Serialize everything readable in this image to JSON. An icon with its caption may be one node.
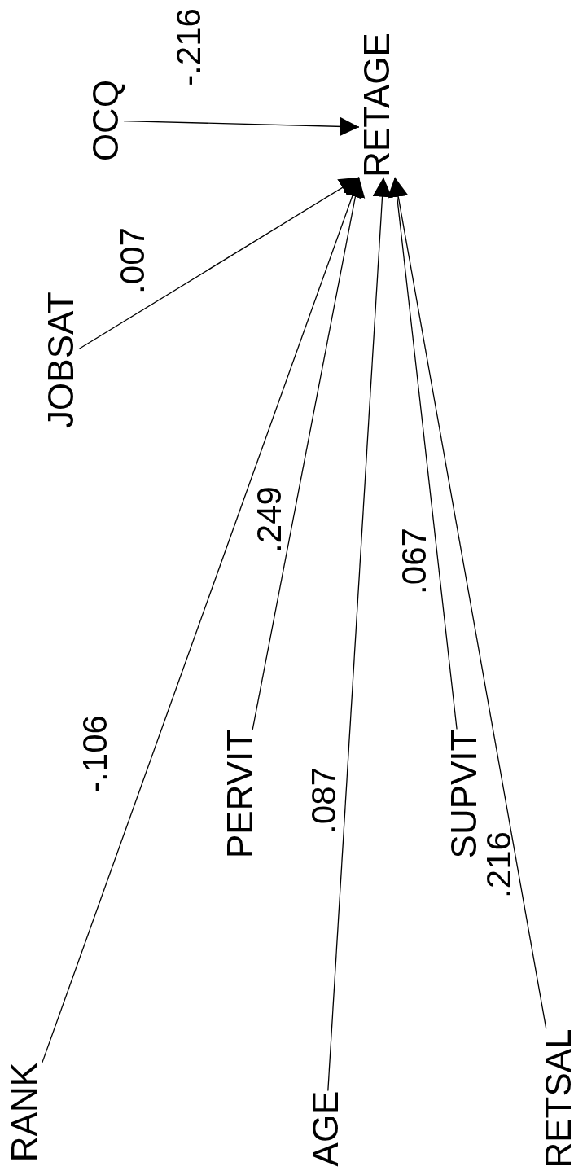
{
  "diagram": {
    "nodes": [
      {
        "text": [
          "RETAGE"
        ]
      },
      {
        "text": [
          "OCQ"
        ]
      },
      {
        "text": [
          "JOBSAT"
        ]
      },
      {
        "text": [
          "RANK"
        ]
      },
      {
        "text": [
          "PERVIT"
        ]
      },
      {
        "text": [
          "AGE"
        ]
      },
      {
        "text": [
          "SUPVIT"
        ]
      },
      {
        "text": [
          "RETSAL"
        ]
      }
    ],
    "edges": [
      {
        "from": 1,
        "to": 0,
        "arrow": "to",
        "label": "-.216"
      },
      {
        "from": 2,
        "to": 0,
        "arrow": "to",
        "label": ".007"
      },
      {
        "from": 3,
        "to": 0,
        "arrow": "to",
        "label": "-.106"
      },
      {
        "from": 4,
        "to": 0,
        "arrow": "to",
        "label": ".249"
      },
      {
        "from": 5,
        "to": 0,
        "arrow": "to",
        "label": ".087"
      },
      {
        "from": 6,
        "to": 0,
        "arrow": "to",
        "label": ".067"
      },
      {
        "from": 7,
        "to": 0,
        "arrow": "to",
        "label": ".216"
      }
    ]
  }
}
